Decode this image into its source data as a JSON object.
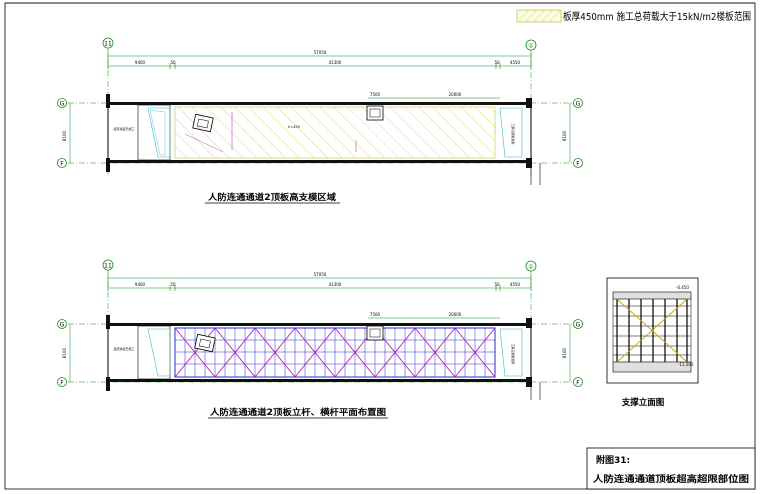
{
  "legend": {
    "text": "板厚450mm  施工总荷载大于15kN/m2楼板范围"
  },
  "plan1": {
    "title": "人防连通通道2顶板高支模区域",
    "grid_top": "11",
    "grid_right": "①",
    "grid_g": "G",
    "grid_f": "F",
    "dims": [
      "9400",
      "50",
      "41300",
      "50",
      "4550"
    ],
    "overall": "57050",
    "sub_dims": [
      "7500",
      "20000"
    ],
    "side_dim": "8100",
    "hatch_label": "h=450",
    "left_note": "接原通道已施工",
    "right_note": "接原通道已施工"
  },
  "plan2": {
    "title": "人防连通通道2顶板立杆、横杆平面布置图",
    "grid_top": "11",
    "grid_right": "①",
    "grid_g": "G",
    "grid_f": "F",
    "dims": [
      "9400",
      "50",
      "41300",
      "50",
      "4550"
    ],
    "overall": "57050",
    "sub_dims": [
      "7500",
      "20000"
    ],
    "side_dim": "8100",
    "left_note": "接原通道已施工",
    "right_note": "接原通道已施工"
  },
  "elevation": {
    "title": "支撑立面图",
    "top_level": "-6.450",
    "bottom_level": "-11.500"
  },
  "titleblock": {
    "figure_no": "附图31:",
    "figure_name": "人防连通通道顶板超高超限部位图"
  },
  "colors": {
    "legend_hatch": "#d8d85a",
    "blue": "#2a2ad8",
    "magenta": "#b01ab0",
    "green": "#1c8a1c",
    "cyan": "#38b8c8",
    "line": "#000000"
  }
}
